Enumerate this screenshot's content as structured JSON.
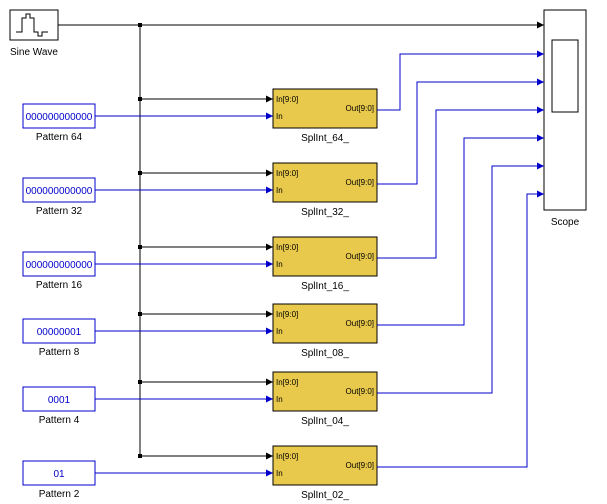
{
  "colors": {
    "wire_black": "#000000",
    "wire_blue": "#0000cc",
    "block_fill": "#e8c94c",
    "block_border": "#000000",
    "pattern_border": "#0000cc",
    "scope_fill": "#ffffff"
  },
  "source": {
    "label": "Sine Wave",
    "icon": "sine-wave-icon"
  },
  "scope": {
    "label": "Scope",
    "icon": "scope-screen-icon"
  },
  "port_labels": {
    "in_bus": "In[9:0]",
    "in": "In",
    "out_bus": "Out[9:0]"
  },
  "rows": [
    {
      "pattern_label": "Pattern 64",
      "pattern_value": "000000000000",
      "block_label": "SplInt_64_"
    },
    {
      "pattern_label": "Pattern 32",
      "pattern_value": "000000000000",
      "block_label": "SplInt_32_"
    },
    {
      "pattern_label": "Pattern 16",
      "pattern_value": "000000000000",
      "block_label": "SplInt_16_"
    },
    {
      "pattern_label": "Pattern 8",
      "pattern_value": "00000001",
      "block_label": "SplInt_08_"
    },
    {
      "pattern_label": "Pattern 4",
      "pattern_value": "0001",
      "block_label": "SplInt_04_"
    },
    {
      "pattern_label": "Pattern 2",
      "pattern_value": "01",
      "block_label": "SplInt_02_"
    }
  ]
}
